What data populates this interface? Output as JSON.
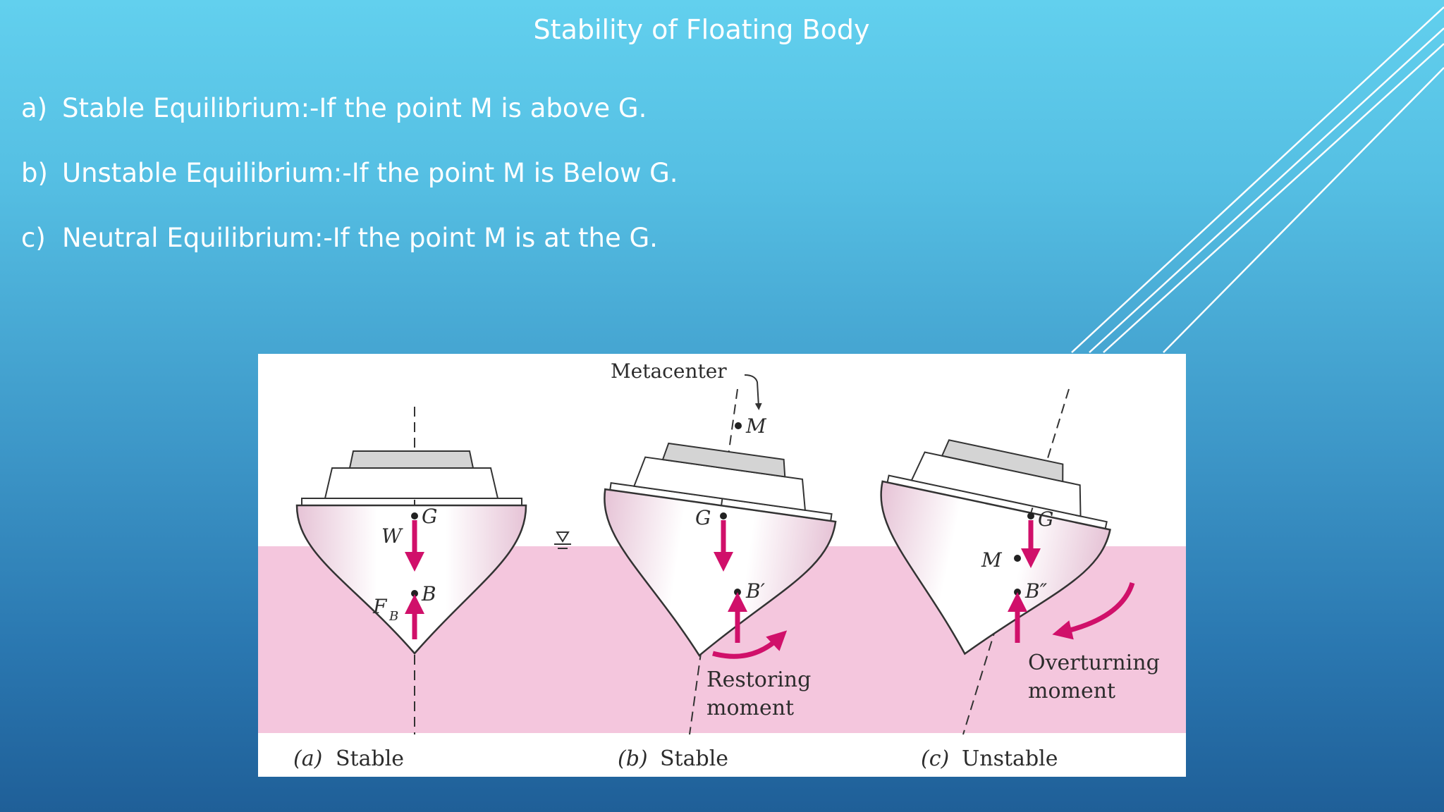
{
  "slide": {
    "title": "Stability of Floating Body",
    "bullets": [
      {
        "marker": "a)",
        "text": "Stable Equilibrium:-If the point M is above G."
      },
      {
        "marker": "b)",
        "text": "Unstable Equilibrium:-If the point M is Below G."
      },
      {
        "marker": "c)",
        "text": "Neutral Equilibrium:-If the point M is at the G."
      }
    ]
  },
  "figure": {
    "labels": {
      "metacenter": "Metacenter",
      "M": "M",
      "G": "G",
      "B": "B",
      "B_prime": "B′",
      "B_double_prime": "B″",
      "W": "W",
      "FB": "F",
      "FB_sub": "B",
      "restoring1": "Restoring",
      "restoring2": "moment",
      "overturning1": "Overturning",
      "overturning2": "moment"
    },
    "captions": [
      {
        "letter": "(a)",
        "text": "Stable"
      },
      {
        "letter": "(b)",
        "text": "Stable"
      },
      {
        "letter": "(c)",
        "text": "Unstable"
      }
    ]
  },
  "colors": {
    "water": "#f4c6dd",
    "arrow": "#d0106a",
    "hull_light": "#ffffff",
    "hull_shade": "#e6c3d6"
  }
}
